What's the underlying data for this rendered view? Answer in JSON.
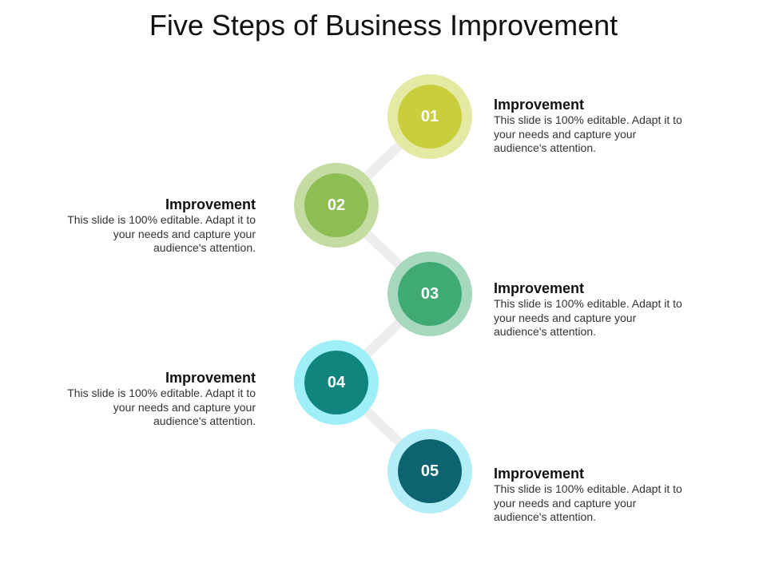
{
  "title": "Five Steps of Business Improvement",
  "colors": {
    "connector": "#eeeeee"
  },
  "steps": [
    {
      "number": "01",
      "heading": "Improvement",
      "desc": "This slide is 100% editable. Adapt it to your needs and capture your audience's attention.",
      "outer_color": "#e4e9a4",
      "inner_color": "#c8ce3c"
    },
    {
      "number": "02",
      "heading": "Improvement",
      "desc": "This slide is 100% editable. Adapt it to your needs and capture your audience's attention.",
      "outer_color": "#c4dba2",
      "inner_color": "#8cbe54"
    },
    {
      "number": "03",
      "heading": "Improvement",
      "desc": "This slide is 100% editable. Adapt it to your needs and capture your audience's attention.",
      "outer_color": "#a6d8bd",
      "inner_color": "#3faa74"
    },
    {
      "number": "04",
      "heading": "Improvement",
      "desc": "This slide is 100% editable. Adapt it to your needs and capture your audience's attention.",
      "outer_color": "#9ef0f6",
      "inner_color": "#0f857e"
    },
    {
      "number": "05",
      "heading": "Improvement",
      "desc": "This slide is 100% editable. Adapt it to your needs and capture your audience's attention.",
      "outer_color": "#b3eef7",
      "inner_color": "#0d6470"
    }
  ]
}
